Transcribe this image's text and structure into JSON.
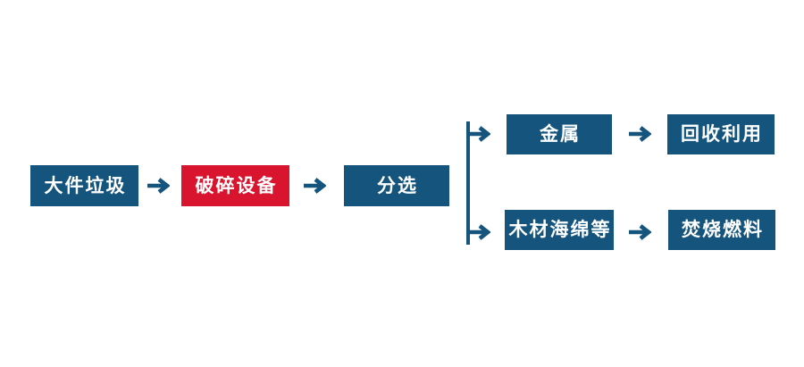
{
  "page": {
    "background": "#FFFFFF"
  },
  "flow": {
    "type": "flowchart",
    "colors": {
      "node_blue": "#15547D",
      "node_red": "#D8142F",
      "arrow": "#15547D",
      "label_text": "#FFFFFF"
    },
    "nodes": [
      {
        "id": "bulky-waste",
        "label": "大件垃圾",
        "color": "blue"
      },
      {
        "id": "crushing-equipment",
        "label": "破碎设备",
        "color": "red"
      },
      {
        "id": "sorting",
        "label": "分选",
        "color": "blue"
      },
      {
        "id": "metal",
        "label": "金属",
        "color": "blue"
      },
      {
        "id": "recycling",
        "label": "回收利用",
        "color": "blue"
      },
      {
        "id": "wood-sponge-etc",
        "label": "木材海绵等",
        "color": "blue"
      },
      {
        "id": "incineration-fuel",
        "label": "焚烧燃料",
        "color": "blue"
      }
    ],
    "connections": [
      {
        "from": "bulky-waste",
        "to": "crushing-equipment"
      },
      {
        "from": "crushing-equipment",
        "to": "sorting"
      },
      {
        "from": "sorting",
        "to": "metal"
      },
      {
        "from": "sorting",
        "to": "wood-sponge-etc"
      },
      {
        "from": "metal",
        "to": "recycling"
      },
      {
        "from": "wood-sponge-etc",
        "to": "incineration-fuel"
      }
    ]
  }
}
